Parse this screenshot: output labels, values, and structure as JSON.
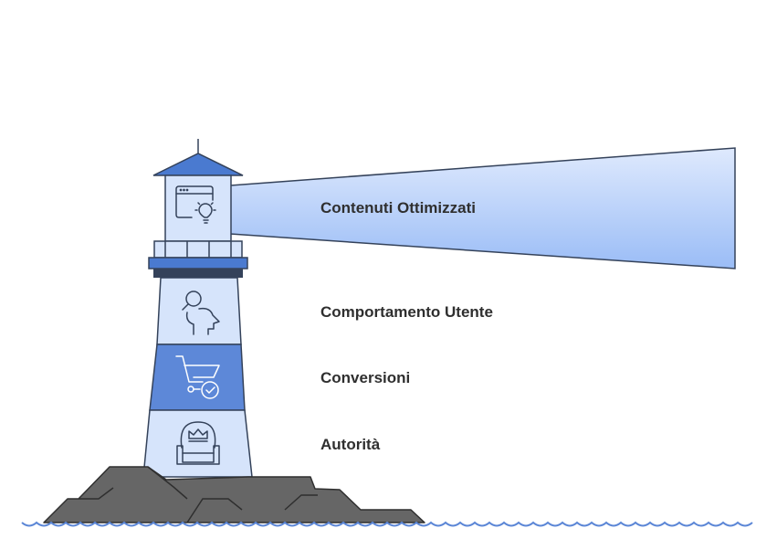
{
  "labels": {
    "top": "Contenuti Ottimizzati",
    "second": "Comportamento Utente",
    "third": "Conversioni",
    "bottom": "Autorità"
  },
  "icons": {
    "top": "browser-lightbulb-icon",
    "second": "head-search-icon",
    "third": "cart-check-icon",
    "bottom": "armchair-crown-icon"
  },
  "colors": {
    "tower_light": "#d6e4fb",
    "tower_dark": "#5d88d8",
    "roof": "#4a7ad0",
    "outline": "#34425a",
    "beam_light": "#d4e2fb",
    "beam_dark": "#9dbff7",
    "rock": "#666666",
    "water": "#5b86d6"
  }
}
